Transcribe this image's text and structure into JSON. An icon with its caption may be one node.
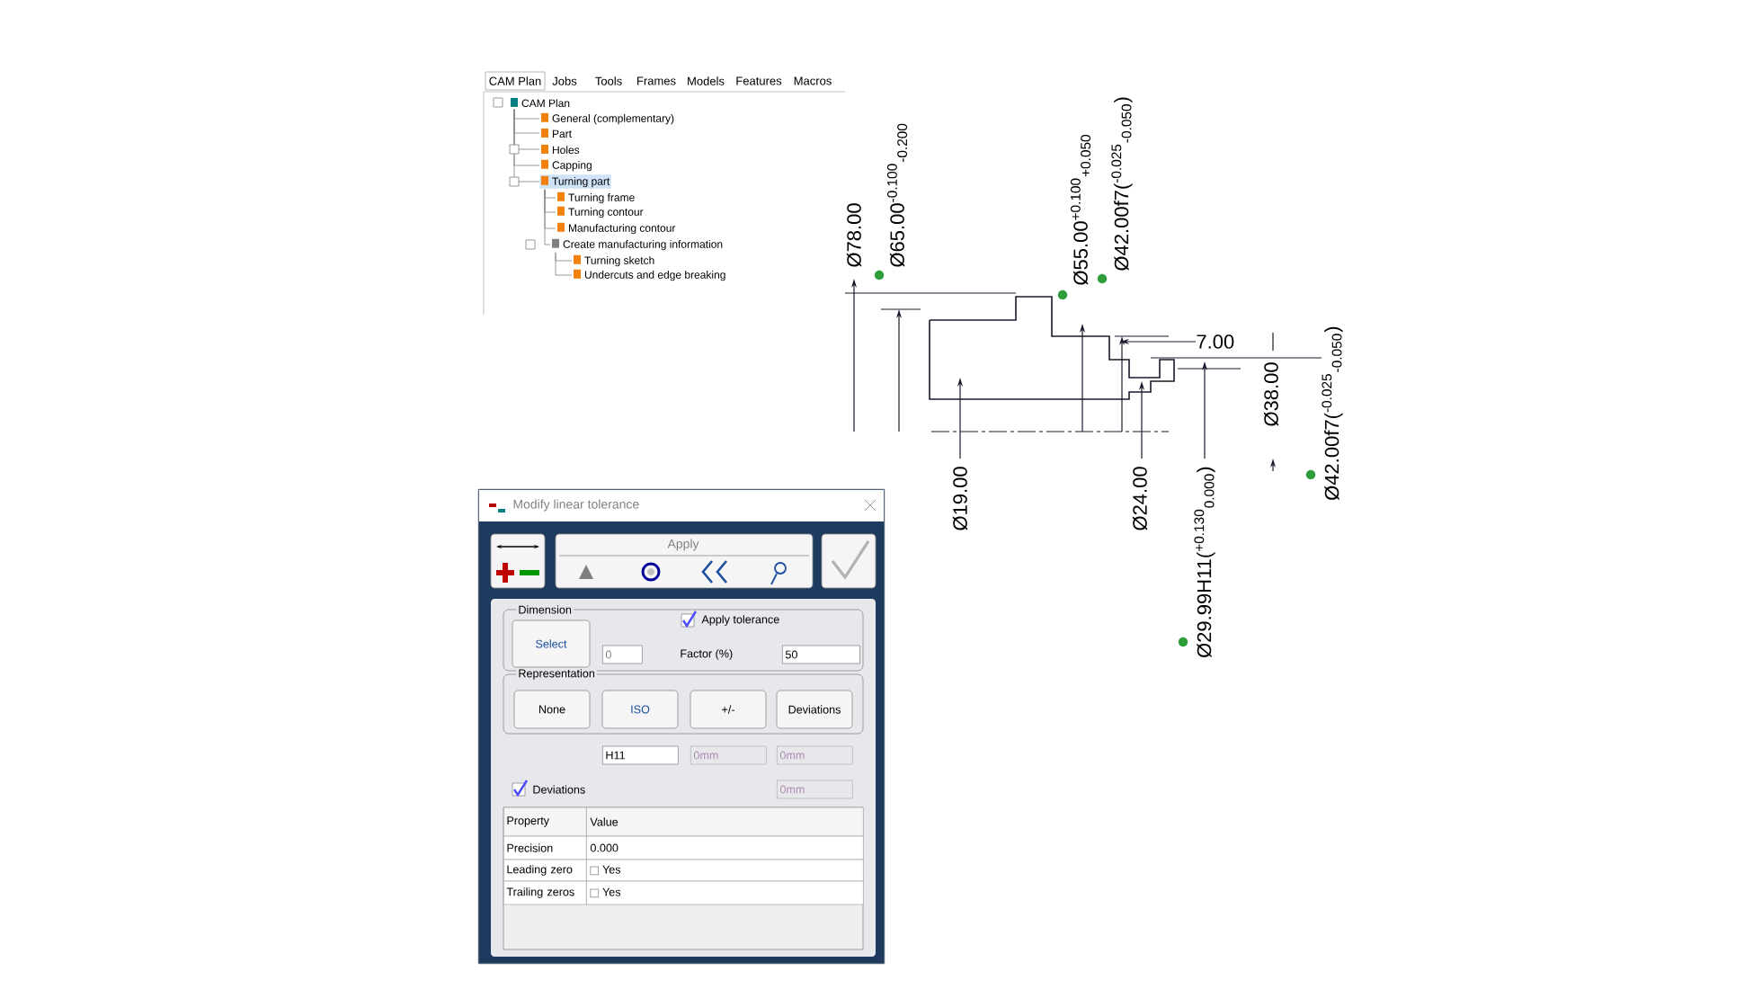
{
  "diagram": {
    "nodes": [
      {
        "text": [
          "CAM Plan"
        ]
      },
      {
        "text": [
          "General (complementary)"
        ]
      },
      {
        "text": [
          "Part"
        ]
      },
      {
        "text": [
          "Holes"
        ]
      },
      {
        "text": [
          "Capping"
        ]
      },
      {
        "text": [
          "Turning part"
        ]
      },
      {
        "text": [
          "Turning frame"
        ]
      },
      {
        "text": [
          "Turning contour"
        ]
      },
      {
        "text": [
          "Manufacturing contour"
        ]
      },
      {
        "text": [
          "Create manufacturing information"
        ]
      },
      {
        "text": [
          "Turning sketch"
        ]
      },
      {
        "text": [
          "Undercuts and edge breaking"
        ]
      }
    ],
    "edges": [
      {
        "from": 0,
        "to": 1,
        "arrow": "none"
      },
      {
        "from": 0,
        "to": 2,
        "arrow": "none"
      },
      {
        "from": 0,
        "to": 3,
        "arrow": "none"
      },
      {
        "from": 0,
        "to": 4,
        "arrow": "none"
      },
      {
        "from": 0,
        "to": 5,
        "arrow": "none"
      },
      {
        "from": 5,
        "to": 6,
        "arrow": "none"
      },
      {
        "from": 5,
        "to": 7,
        "arrow": "none"
      },
      {
        "from": 5,
        "to": 8,
        "arrow": "none"
      },
      {
        "from": 5,
        "to": 9,
        "arrow": "none"
      },
      {
        "from": 9,
        "to": 10,
        "arrow": "none"
      },
      {
        "from": 9,
        "to": 11,
        "arrow": "none"
      }
    ],
    "labels": [
      "CAM Plan",
      "Jobs",
      "Tools",
      "Frames",
      "Models",
      "Features",
      "Macros",
      "Ø78.00",
      "Ø65.00$^{-0.100}$$_{-0.200}$",
      "Ø55.00$^{+0.100}$$_{+0.050}$",
      "Ø42.00f7($^{-0.025}$$_{-0.050}$)",
      "7.00",
      "Ø38.00",
      "Ø42.00f7($^{-0.025}$$_{-0.050}$)",
      "Ø19.00",
      "Ø24.00",
      "Ø29.99H11($^{+0.130}$$_{0.000}$)",
      "Modify linear tolerance",
      "Apply",
      "Dimension",
      "Apply tolerance",
      "Select",
      "0",
      "Factor (%)",
      "50",
      "Representation",
      "None",
      "ISO",
      "+/-",
      "Deviations",
      "H11",
      "0mm",
      "0mm",
      "Deviations",
      "0mm",
      "Property",
      "Value",
      "Precision",
      "0.000",
      "Leading zero",
      "Yes",
      "Trailing zeros",
      "Yes"
    ]
  }
}
